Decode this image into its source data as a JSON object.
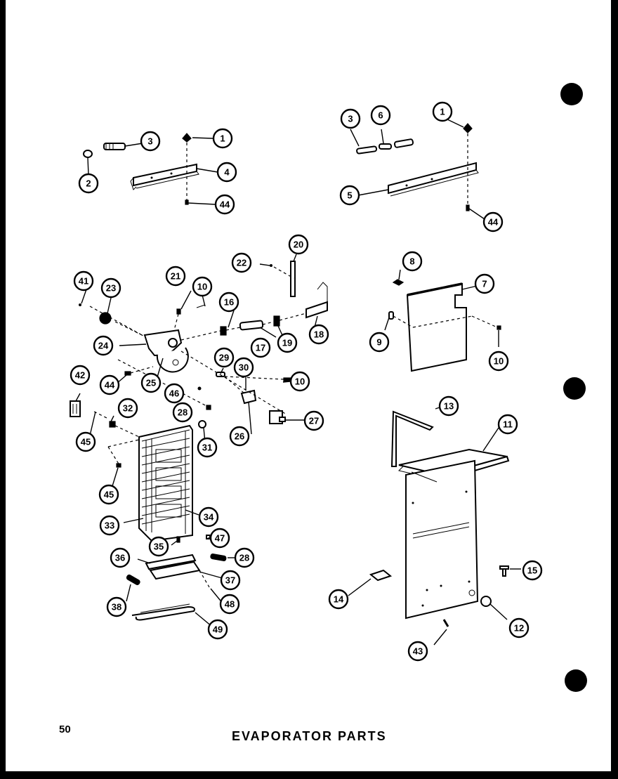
{
  "page_number": "50",
  "title": "EVAPORATOR PARTS",
  "callouts": [
    "1",
    "2",
    "3",
    "4",
    "44",
    "3",
    "6",
    "1",
    "5",
    "44",
    "22",
    "20",
    "41",
    "23",
    "21",
    "10",
    "16",
    "18",
    "19",
    "17",
    "24",
    "44",
    "25",
    "29",
    "30",
    "10",
    "46",
    "28",
    "31",
    "26",
    "27",
    "42",
    "32",
    "45",
    "45",
    "33",
    "34",
    "35",
    "47",
    "36",
    "28",
    "37",
    "48",
    "38",
    "49",
    "8",
    "7",
    "9",
    "10",
    "13",
    "11",
    "15",
    "14",
    "12",
    "43"
  ]
}
